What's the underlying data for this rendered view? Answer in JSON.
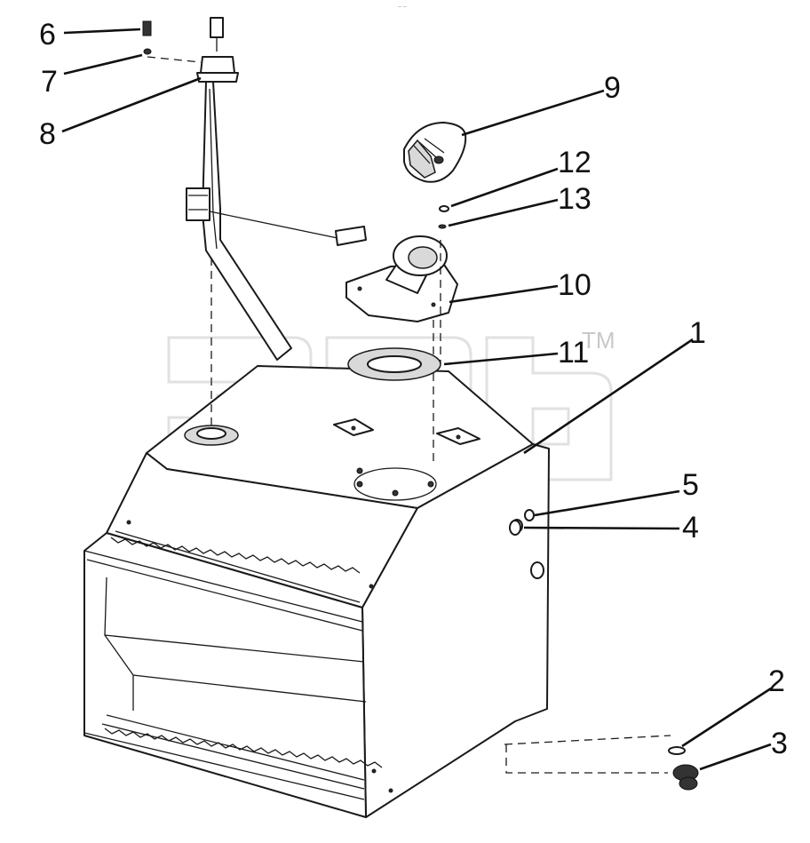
{
  "top_mark": "-- --",
  "watermark": {
    "trademark": "TM"
  },
  "callouts": [
    {
      "id": "c1",
      "label": "1",
      "part": "fuel-tank"
    },
    {
      "id": "c2",
      "label": "2",
      "part": "drain-washer"
    },
    {
      "id": "c3",
      "label": "3",
      "part": "drain-plug"
    },
    {
      "id": "c4",
      "label": "4",
      "part": "side-fitting"
    },
    {
      "id": "c5",
      "label": "5",
      "part": "side-washer"
    },
    {
      "id": "c6",
      "label": "6",
      "part": "sender-screw"
    },
    {
      "id": "c7",
      "label": "7",
      "part": "sender-washer"
    },
    {
      "id": "c8",
      "label": "8",
      "part": "fuel-level-sender"
    },
    {
      "id": "c9",
      "label": "9",
      "part": "filler-cap"
    },
    {
      "id": "c10",
      "label": "10",
      "part": "filler-neck"
    },
    {
      "id": "c11",
      "label": "11",
      "part": "filler-gasket"
    },
    {
      "id": "c12",
      "label": "12",
      "part": "neck-washer"
    },
    {
      "id": "c13",
      "label": "13",
      "part": "neck-screw"
    }
  ]
}
